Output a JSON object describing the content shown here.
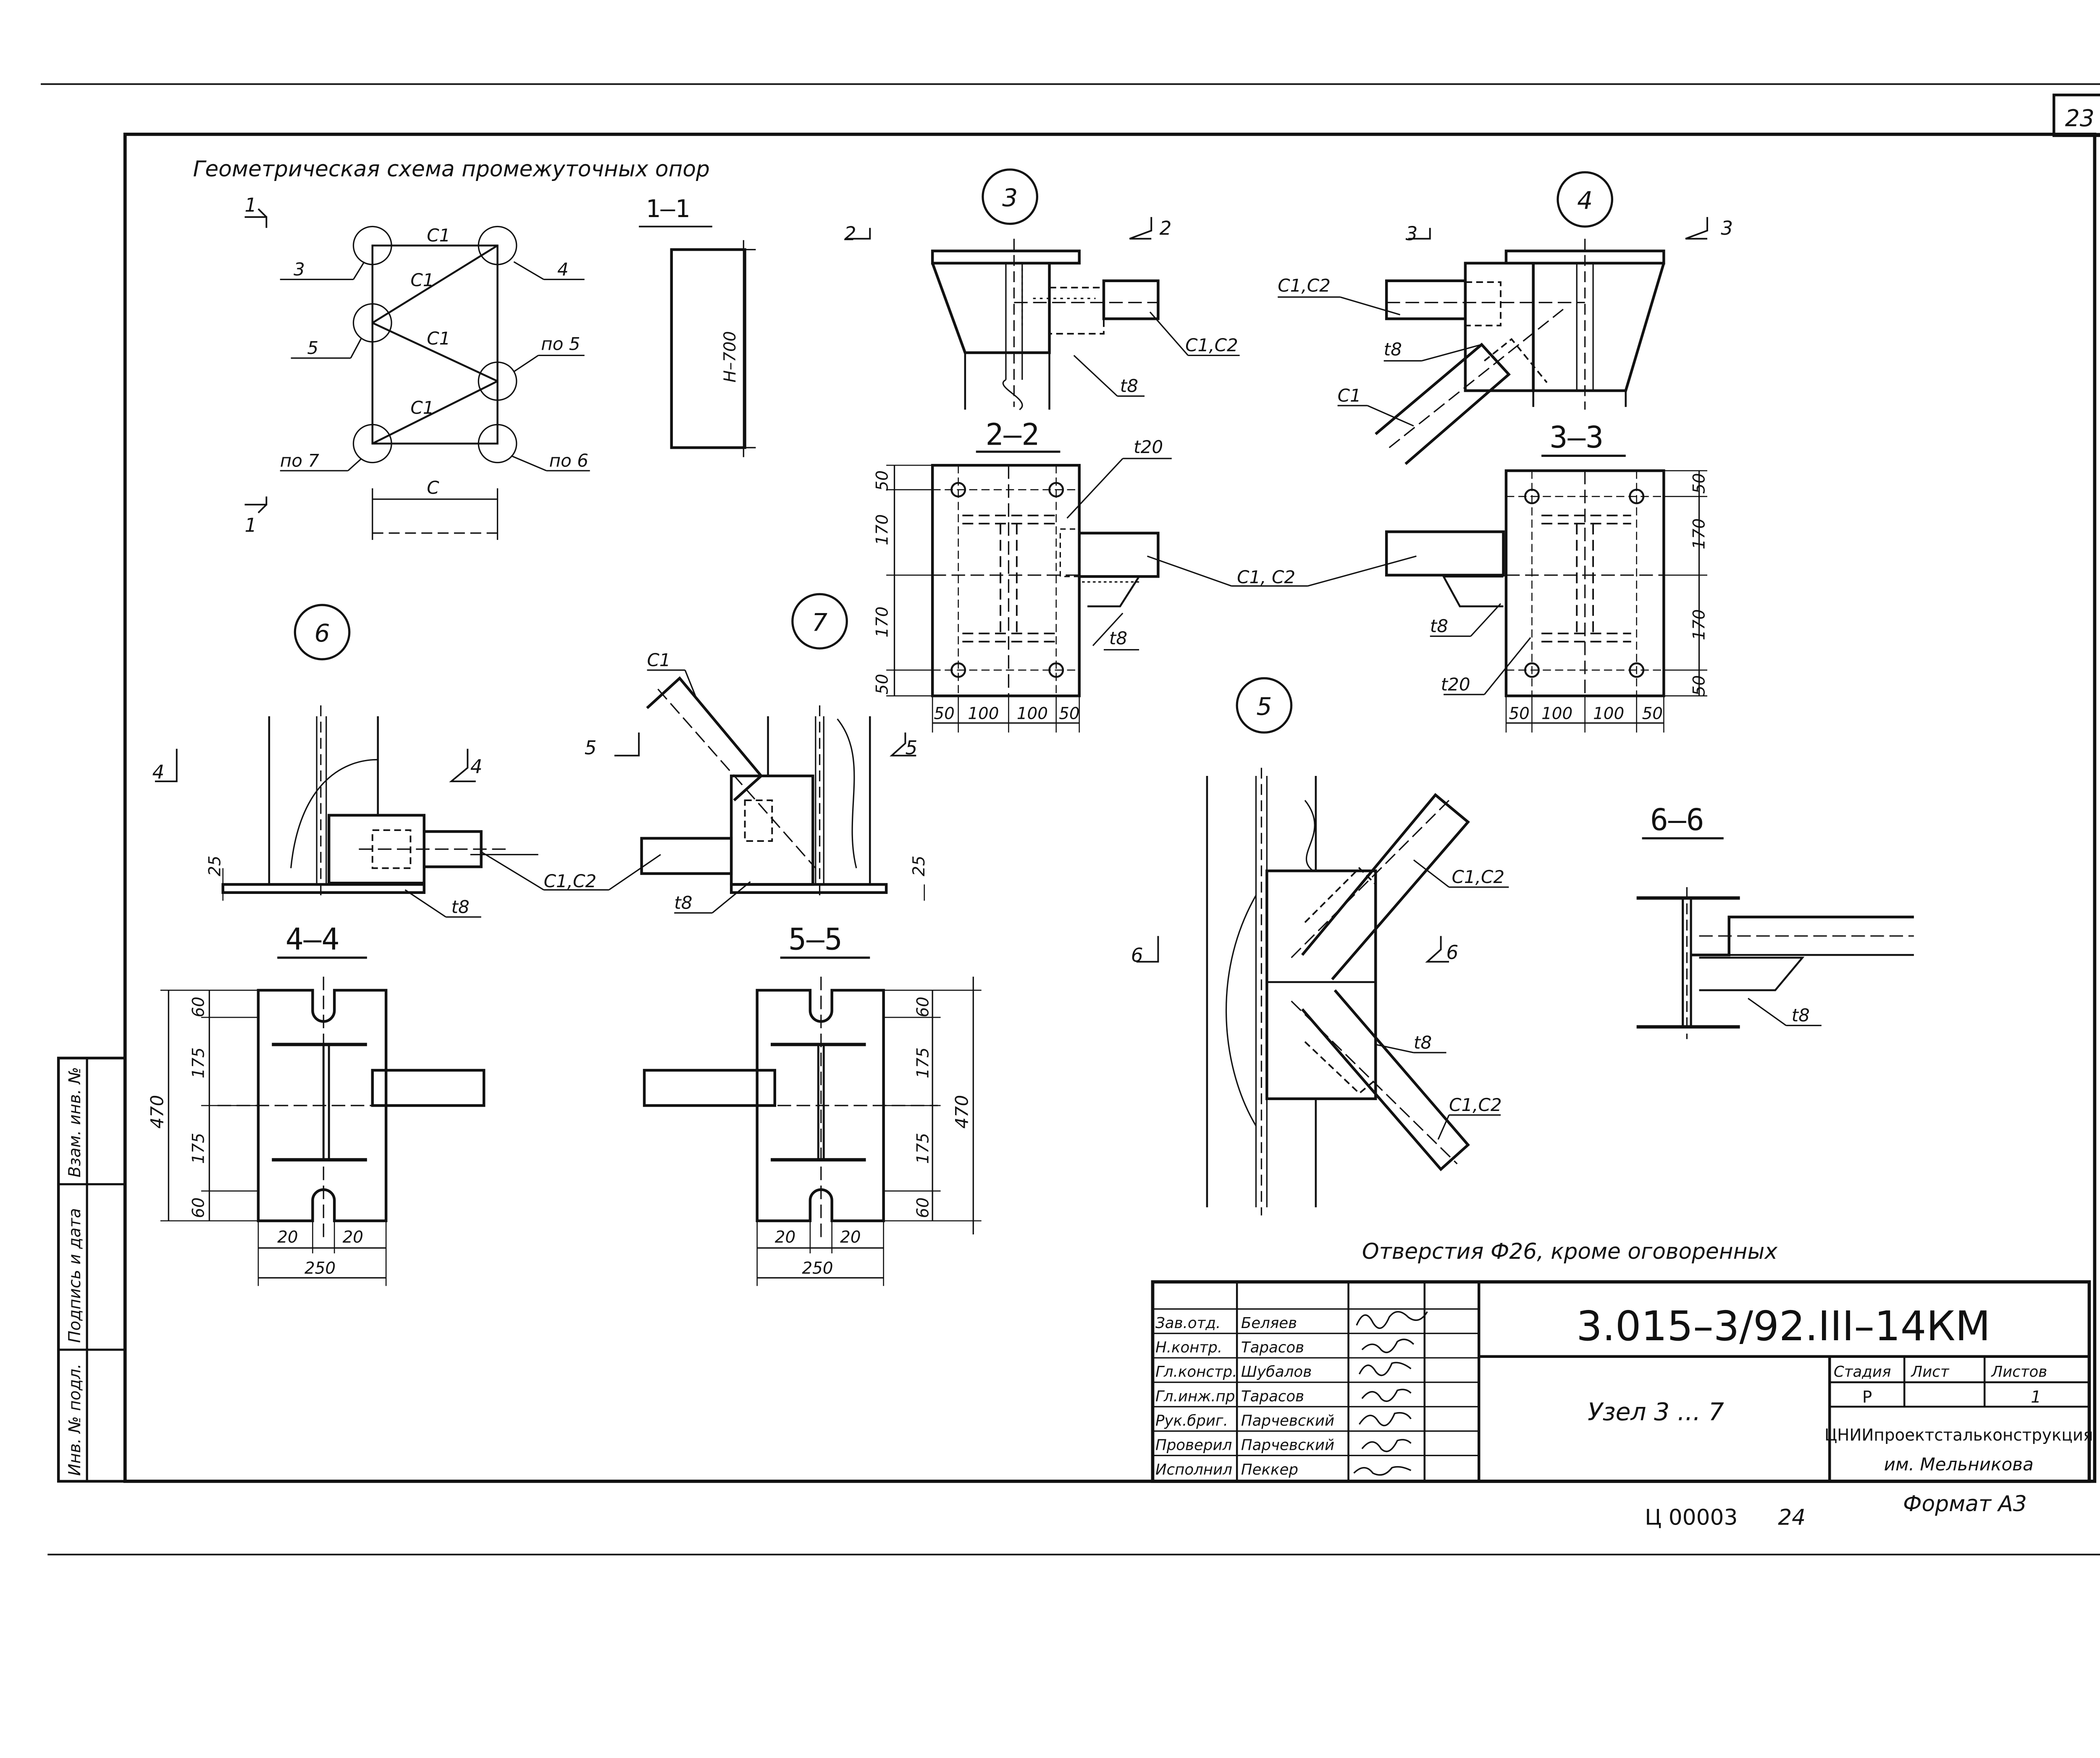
{
  "sheet_number": "23",
  "notes": {
    "geometric_scheme_title": "Геометрическая схема промежуточных опор",
    "holes": "Отверстия  Ф26, кроме оговоренных",
    "archive_number": "Ц 00003",
    "page_index": "24",
    "format": "Формат А3"
  },
  "node_numbers": [
    "3",
    "4",
    "5",
    "6",
    "7"
  ],
  "section_titles": {
    "s11": "1–1",
    "s22": "2–2",
    "s33": "3–3",
    "s44": "4–4",
    "s55": "5–5",
    "s66": "6–6"
  },
  "marks": {
    "one": "1",
    "two": "2",
    "three": "3",
    "four": "4",
    "five": "5",
    "six": "6"
  },
  "labels": {
    "c1": "С1",
    "c": "С",
    "c1c2": "С1,С2",
    "c1c2_dot": "С1, С2",
    "t8": "t8",
    "t20": "t20",
    "h700": "Н–700",
    "n3": "3",
    "n4": "4",
    "n5": "5",
    "po5": "по 5",
    "po6": "по 6",
    "po7": "по 7"
  },
  "dimensions": {
    "d50": "50",
    "d170": "170",
    "d100": "100",
    "d60": "60",
    "d175": "175",
    "d470": "470",
    "d20": "20",
    "d250": "250",
    "d25": "25"
  },
  "title_block": {
    "document_code": "3.015–3/92.III–14КМ",
    "drawing_title": "Узел 3 ... 7",
    "stage_header": "Стадия",
    "sheet_header": "Лист",
    "sheets_header": "Листов",
    "stage_value": "Р",
    "sheets_value": "1",
    "organization_line1": "ЦНИИпроектстальконструкция",
    "organization_line2": "им. Мельникова",
    "people": [
      {
        "role": "Зав.отд.",
        "name": "Беляев"
      },
      {
        "role": "Н.контр.",
        "name": "Тарасов"
      },
      {
        "role": "Гл.констр.",
        "name": "Шубалов"
      },
      {
        "role": "Гл.инж.пр.",
        "name": "Тарасов"
      },
      {
        "role": "Рук.бриг.",
        "name": "Парчевский"
      },
      {
        "role": "Проверил",
        "name": "Парчевский"
      },
      {
        "role": "Исполнил",
        "name": "Пеккер"
      }
    ]
  },
  "side_stamp": {
    "inv_podl": "Инв. № подл.",
    "sign_date": "Подпись и дата",
    "vzam_inv": "Взам. инв. №"
  }
}
